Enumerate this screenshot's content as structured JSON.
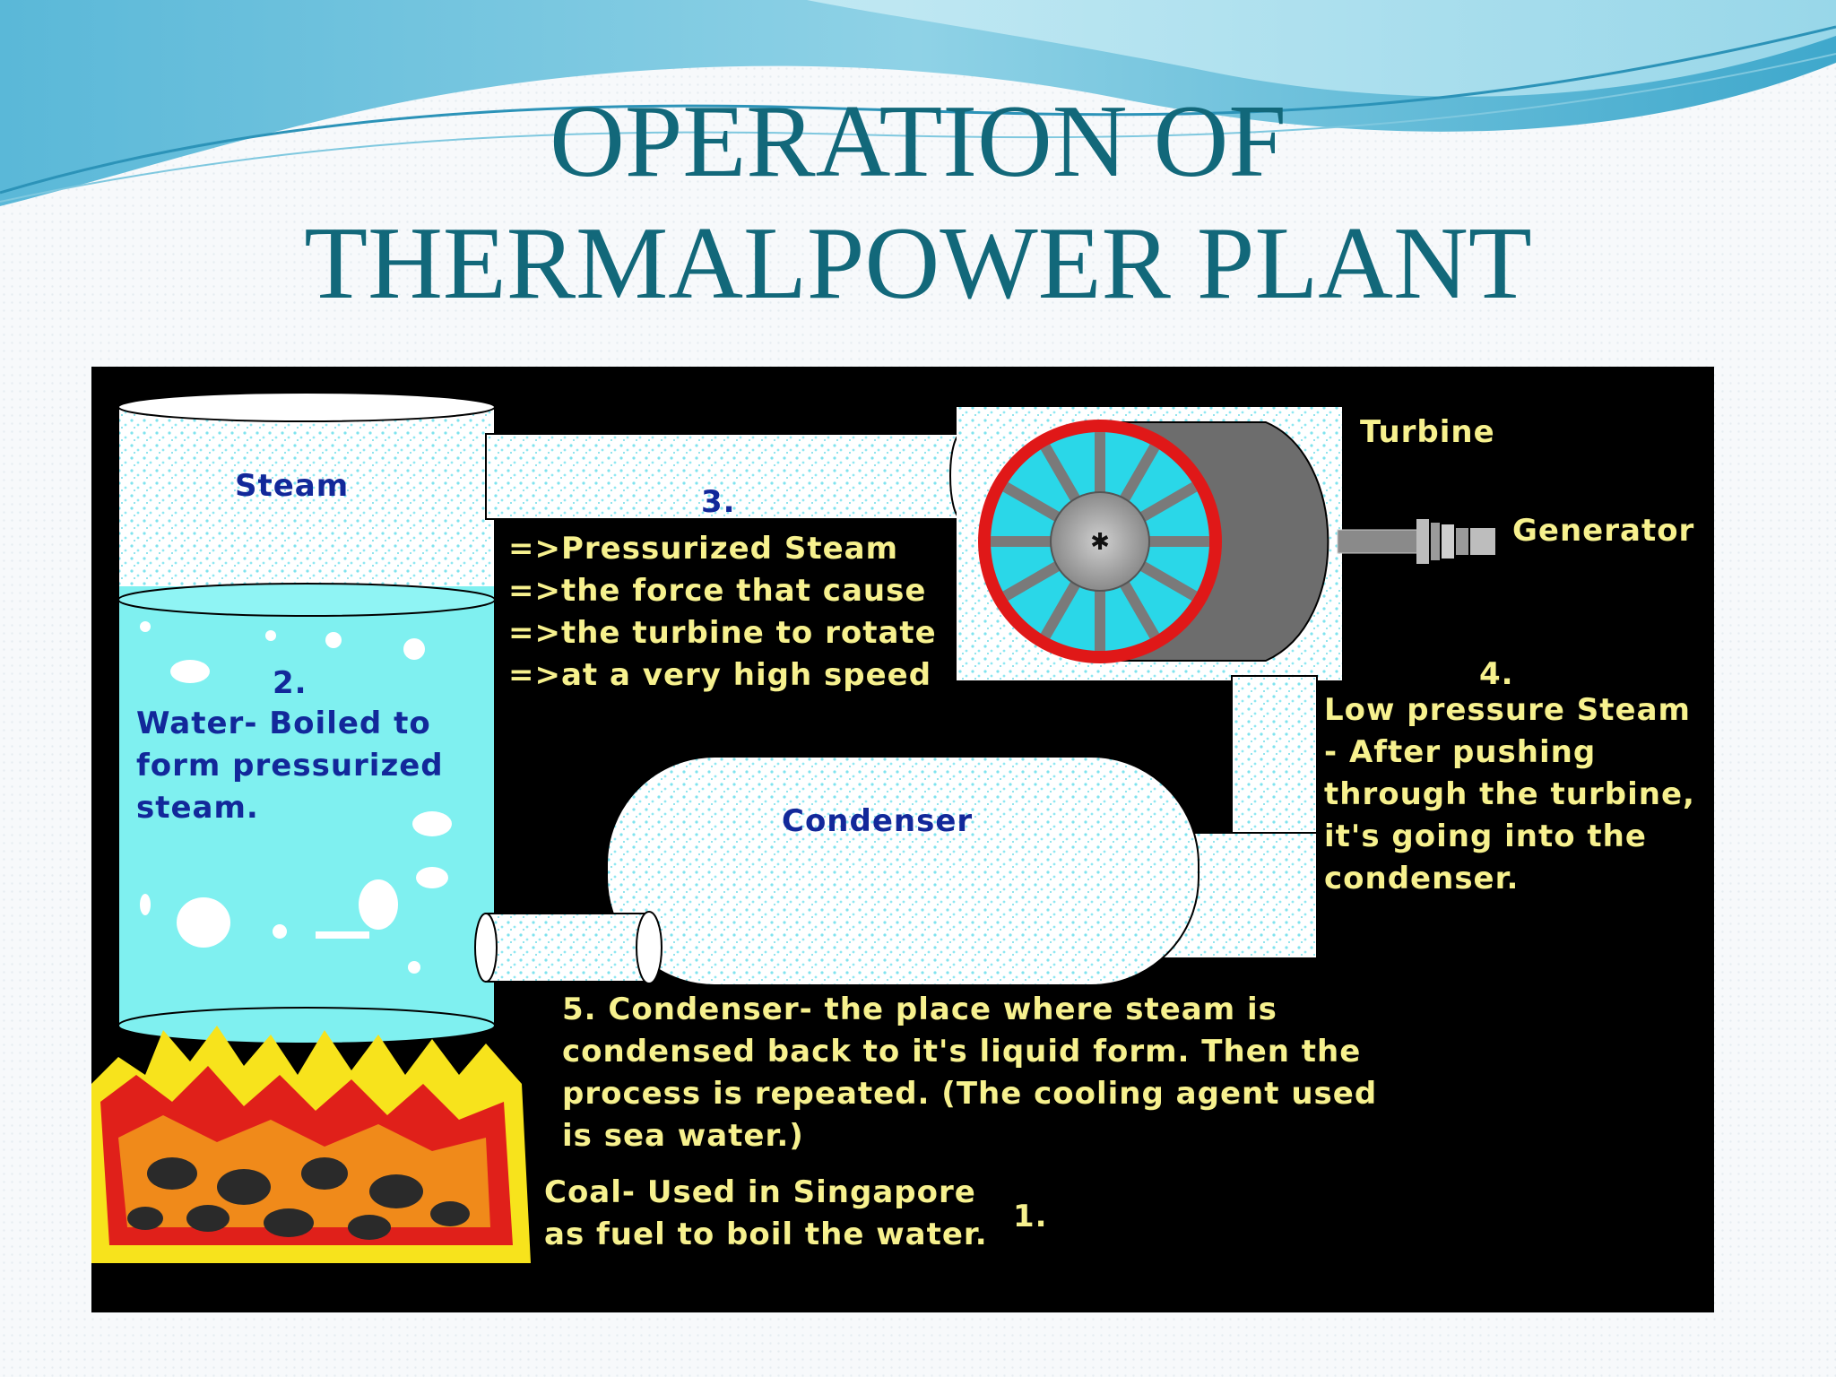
{
  "slide": {
    "title_line1": "OPERATION OF",
    "title_line2": "THERMALPOWER PLANT"
  },
  "colors": {
    "title": "#12687a",
    "diagram_background": "#000000",
    "label_yellow": "#f7f18e",
    "label_blue": "#12289a",
    "water": "#7ff0f0",
    "turbine_ring": "#e01818",
    "turbine_blades": "#2ad7e8",
    "fire_red": "#e0201a",
    "fire_yellow": "#f7e31c"
  },
  "diagram": {
    "steam": "Steam",
    "step2_number": "2.",
    "step2_text": "Water- Boiled to\nform pressurized\nsteam.",
    "step3_number": "3.",
    "step3_text": "=>Pressurized Steam\n=>the force that cause\n=>the turbine to rotate\n=>at a very high speed",
    "turbine": "Turbine",
    "generator": "Generator",
    "step4_number": "4.",
    "step4_text": "Low pressure Steam\n- After pushing\nthrough the turbine,\nit's going into the\ncondenser.",
    "condenser": "Condenser",
    "step5_text": "5. Condenser- the place where steam is\ncondensed back to it's liquid form. Then the\nprocess is repeated. (The cooling agent used\nis sea water.)",
    "step1_text": "Coal- Used in Singapore\nas fuel to boil the water.",
    "step1_number": "1."
  }
}
